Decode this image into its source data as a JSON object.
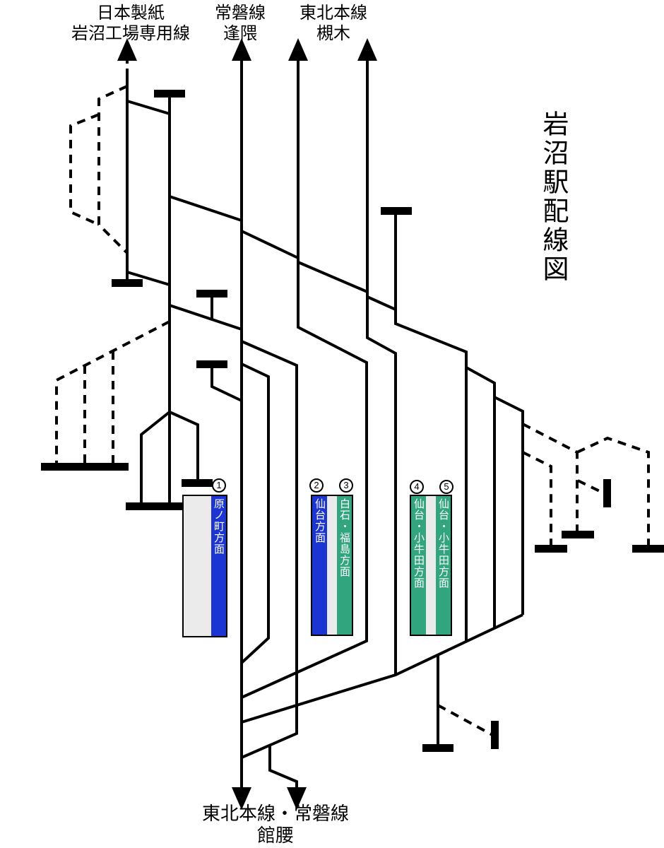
{
  "title": "岩沼駅配線図",
  "top_destinations": [
    {
      "line1": "日本製紙",
      "line2": "岩沼工場専用線"
    },
    {
      "line1": "常磐線",
      "line2": "逢隈"
    },
    {
      "line1": "東北本線",
      "line2": "槻木"
    }
  ],
  "bottom_destination": {
    "line1": "東北本線・常磐線",
    "line2": "館腰"
  },
  "platforms": [
    {
      "number": "1",
      "label": "原ノ町方面",
      "color": "#1a35d4"
    },
    {
      "number": "2",
      "label": "仙台方面",
      "color": "#1a35d4"
    },
    {
      "number": "3",
      "label": "白石・福島方面",
      "color": "#31a57d"
    },
    {
      "number": "4",
      "label": "仙台・小牛田方面",
      "color": "#31a57d"
    },
    {
      "number": "5",
      "label": "仙台・小牛田方面",
      "color": "#31a57d"
    }
  ],
  "colors": {
    "track": "#000000",
    "platform_fill": "#ebebeb",
    "blue": "#1a35d4",
    "green": "#31a57d",
    "background": "#ffffff"
  }
}
